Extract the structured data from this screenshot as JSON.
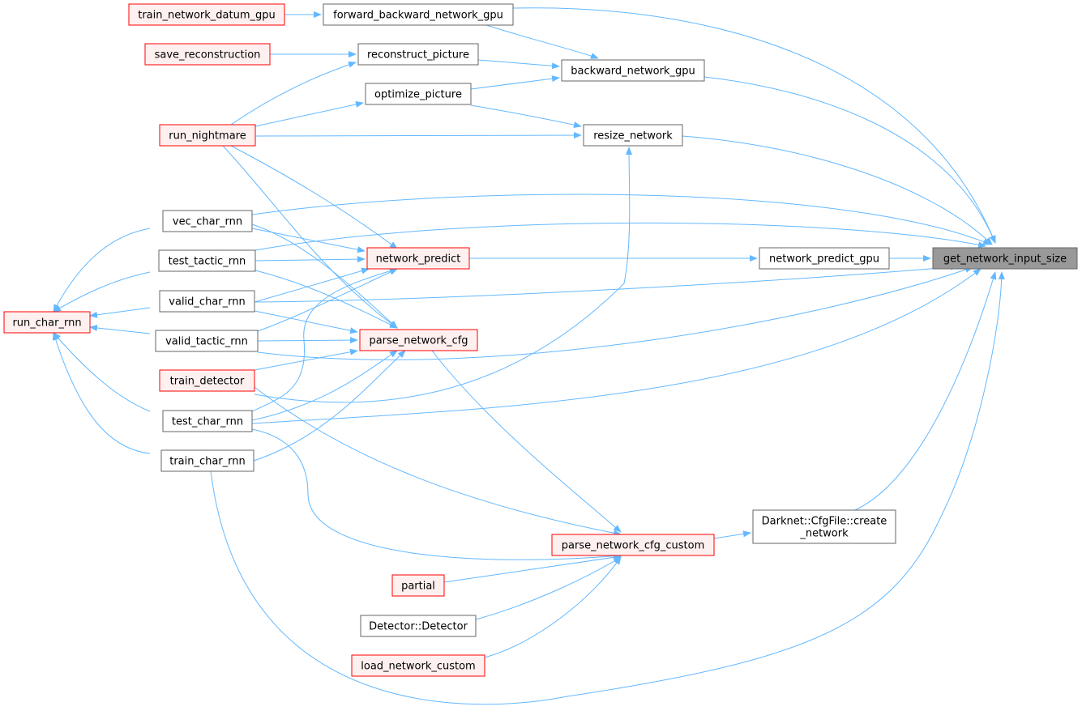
{
  "colors": {
    "edge": "#63b8ff",
    "node_fill": "#ffffff",
    "node_border": "#666666",
    "highlight_fill": "#fff0f0",
    "highlight_border": "#ff0000",
    "root_fill": "#999999",
    "root_border": "#666666"
  },
  "nodes": [
    {
      "id": "get_network_input_size",
      "lines": [
        "get_network_input_size"
      ],
      "style": "root"
    },
    {
      "id": "forward_backward_network_gpu",
      "lines": [
        "forward_backward_network_gpu"
      ],
      "style": "normal"
    },
    {
      "id": "backward_network_gpu",
      "lines": [
        "backward_network_gpu"
      ],
      "style": "normal"
    },
    {
      "id": "resize_network",
      "lines": [
        "resize_network"
      ],
      "style": "normal"
    },
    {
      "id": "network_predict_gpu",
      "lines": [
        "network_predict_gpu"
      ],
      "style": "normal"
    },
    {
      "id": "create_network",
      "lines": [
        "Darknet::CfgFile::create",
        "_network"
      ],
      "style": "normal"
    },
    {
      "id": "train_network_datum_gpu",
      "lines": [
        "train_network_datum_gpu"
      ],
      "style": "red"
    },
    {
      "id": "reconstruct_picture",
      "lines": [
        "reconstruct_picture"
      ],
      "style": "normal"
    },
    {
      "id": "save_reconstruction",
      "lines": [
        "save_reconstruction"
      ],
      "style": "red"
    },
    {
      "id": "optimize_picture",
      "lines": [
        "optimize_picture"
      ],
      "style": "normal"
    },
    {
      "id": "run_nightmare",
      "lines": [
        "run_nightmare"
      ],
      "style": "red"
    },
    {
      "id": "vec_char_rnn",
      "lines": [
        "vec_char_rnn"
      ],
      "style": "normal"
    },
    {
      "id": "test_tactic_rnn",
      "lines": [
        "test_tactic_rnn"
      ],
      "style": "normal"
    },
    {
      "id": "network_predict",
      "lines": [
        "network_predict"
      ],
      "style": "red"
    },
    {
      "id": "valid_char_rnn",
      "lines": [
        "valid_char_rnn"
      ],
      "style": "normal"
    },
    {
      "id": "run_char_rnn",
      "lines": [
        "run_char_rnn"
      ],
      "style": "red"
    },
    {
      "id": "valid_tactic_rnn",
      "lines": [
        "valid_tactic_rnn"
      ],
      "style": "normal"
    },
    {
      "id": "parse_network_cfg",
      "lines": [
        "parse_network_cfg"
      ],
      "style": "red"
    },
    {
      "id": "train_detector",
      "lines": [
        "train_detector"
      ],
      "style": "red"
    },
    {
      "id": "test_char_rnn",
      "lines": [
        "test_char_rnn"
      ],
      "style": "normal"
    },
    {
      "id": "train_char_rnn",
      "lines": [
        "train_char_rnn"
      ],
      "style": "normal"
    },
    {
      "id": "parse_network_cfg_custom",
      "lines": [
        "parse_network_cfg_custom"
      ],
      "style": "red"
    },
    {
      "id": "partial",
      "lines": [
        "partial"
      ],
      "style": "red"
    },
    {
      "id": "detector_detector",
      "lines": [
        "Detector::Detector"
      ],
      "style": "normal"
    },
    {
      "id": "load_network_custom",
      "lines": [
        "load_network_custom"
      ],
      "style": "red"
    }
  ],
  "edges": [
    {
      "from": "forward_backward_network_gpu",
      "to": "get_network_input_size"
    },
    {
      "from": "backward_network_gpu",
      "to": "get_network_input_size"
    },
    {
      "from": "resize_network",
      "to": "get_network_input_size"
    },
    {
      "from": "vec_char_rnn",
      "to": "get_network_input_size"
    },
    {
      "from": "test_tactic_rnn",
      "to": "get_network_input_size"
    },
    {
      "from": "network_predict_gpu",
      "to": "get_network_input_size"
    },
    {
      "from": "valid_char_rnn",
      "to": "get_network_input_size"
    },
    {
      "from": "valid_tactic_rnn",
      "to": "get_network_input_size"
    },
    {
      "from": "test_char_rnn",
      "to": "get_network_input_size"
    },
    {
      "from": "create_network",
      "to": "get_network_input_size"
    },
    {
      "from": "train_char_rnn",
      "to": "get_network_input_size"
    },
    {
      "from": "train_network_datum_gpu",
      "to": "forward_backward_network_gpu"
    },
    {
      "from": "forward_backward_network_gpu",
      "to": "backward_network_gpu"
    },
    {
      "from": "reconstruct_picture",
      "to": "backward_network_gpu"
    },
    {
      "from": "optimize_picture",
      "to": "backward_network_gpu"
    },
    {
      "from": "save_reconstruction",
      "to": "reconstruct_picture"
    },
    {
      "from": "run_nightmare",
      "to": "reconstruct_picture"
    },
    {
      "from": "run_nightmare",
      "to": "optimize_picture"
    },
    {
      "from": "optimize_picture",
      "to": "resize_network"
    },
    {
      "from": "run_nightmare",
      "to": "resize_network"
    },
    {
      "from": "train_detector",
      "to": "resize_network"
    },
    {
      "from": "network_predict",
      "to": "network_predict_gpu"
    },
    {
      "from": "run_nightmare",
      "to": "network_predict"
    },
    {
      "from": "vec_char_rnn",
      "to": "network_predict"
    },
    {
      "from": "test_tactic_rnn",
      "to": "network_predict"
    },
    {
      "from": "valid_char_rnn",
      "to": "network_predict"
    },
    {
      "from": "valid_tactic_rnn",
      "to": "network_predict"
    },
    {
      "from": "test_char_rnn",
      "to": "network_predict"
    },
    {
      "from": "run_nightmare",
      "to": "parse_network_cfg"
    },
    {
      "from": "vec_char_rnn",
      "to": "parse_network_cfg"
    },
    {
      "from": "test_tactic_rnn",
      "to": "parse_network_cfg"
    },
    {
      "from": "valid_char_rnn",
      "to": "parse_network_cfg"
    },
    {
      "from": "valid_tactic_rnn",
      "to": "parse_network_cfg"
    },
    {
      "from": "train_detector",
      "to": "parse_network_cfg"
    },
    {
      "from": "test_char_rnn",
      "to": "parse_network_cfg"
    },
    {
      "from": "train_char_rnn",
      "to": "parse_network_cfg"
    },
    {
      "from": "run_char_rnn",
      "to": "vec_char_rnn"
    },
    {
      "from": "run_char_rnn",
      "to": "test_tactic_rnn"
    },
    {
      "from": "run_char_rnn",
      "to": "valid_char_rnn"
    },
    {
      "from": "run_char_rnn",
      "to": "valid_tactic_rnn"
    },
    {
      "from": "run_char_rnn",
      "to": "test_char_rnn"
    },
    {
      "from": "run_char_rnn",
      "to": "train_char_rnn"
    },
    {
      "from": "parse_network_cfg",
      "to": "parse_network_cfg_custom"
    },
    {
      "from": "train_detector",
      "to": "parse_network_cfg_custom"
    },
    {
      "from": "test_char_rnn",
      "to": "parse_network_cfg_custom"
    },
    {
      "from": "partial",
      "to": "parse_network_cfg_custom"
    },
    {
      "from": "detector_detector",
      "to": "parse_network_cfg_custom"
    },
    {
      "from": "load_network_custom",
      "to": "parse_network_cfg_custom"
    },
    {
      "from": "parse_network_cfg_custom",
      "to": "create_network"
    }
  ]
}
